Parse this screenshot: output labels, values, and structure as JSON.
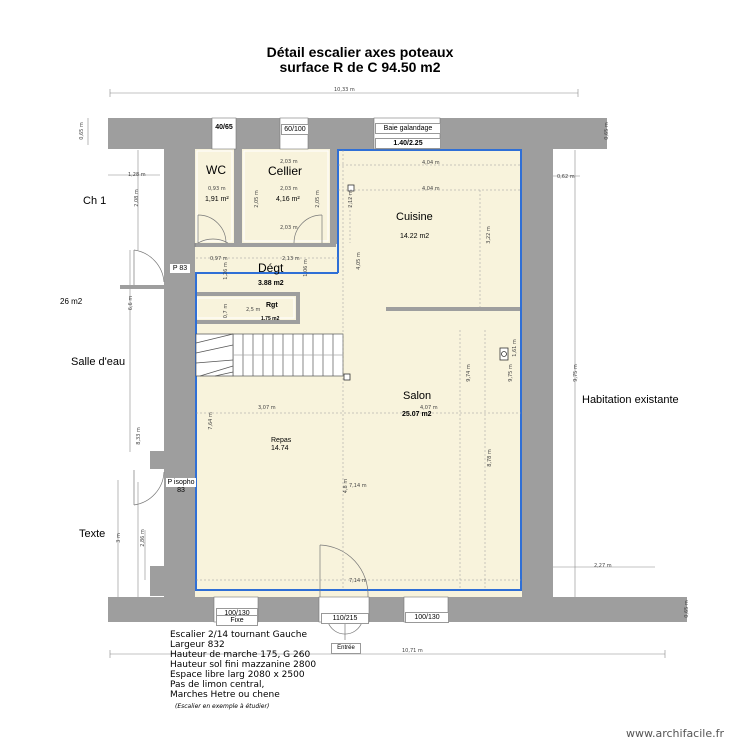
{
  "title": {
    "line1": "Détail escalier axes poteaux",
    "line2": "surface R de C 94.50 m2"
  },
  "rooms": {
    "wc": {
      "name": "WC",
      "area": "1,91 m²"
    },
    "cellier": {
      "name": "Cellier",
      "area": "4,16 m²"
    },
    "cuisine": {
      "name": "Cuisine",
      "area": "14.22 m2"
    },
    "degt": {
      "name": "Dégt",
      "area": "3.88 m2"
    },
    "rgt": {
      "name": "Rgt",
      "area": "1.75 m2"
    },
    "salon": {
      "name": "Salon",
      "area": "25.07 m2"
    },
    "repas": {
      "name": "Repas",
      "area": "14.74"
    }
  },
  "outside_labels": {
    "ch1": "Ch 1",
    "m26": "26 m2",
    "salle_deau": "Salle d'eau",
    "texte": "Texte",
    "habitation": "Habitation existante"
  },
  "openings": {
    "top_4065": "40/65",
    "top_60100": "60/100",
    "baie": "Baie galandage",
    "baie_size": "1.40/2.25",
    "p83": "P 83",
    "p_isopho_1": "P isopho",
    "p_isopho_2": "83",
    "bottom_100130_a": "100/130",
    "fixe": "Fixe",
    "bottom_110215": "110/215",
    "bottom_100130_b": "100/130",
    "entree": "Entrée"
  },
  "dimensions": {
    "d_top": "10,33 m",
    "d_bottom": "10,71 m",
    "d_065_tl": "0,65 m",
    "d_065_tr": "0,65 m",
    "d_065_br": "0,65 m",
    "d_128": "1,28 m",
    "d_208": "2,08 m",
    "d_66": "6,6 m",
    "d_833": "8,33 m",
    "d_3m": "3 m",
    "d_286": "2,86 m",
    "d_062": "0,62 m",
    "d_975": "9,75 m",
    "d_227": "2,27 m",
    "d_203a": "2,03 m",
    "d_203b": "2,03 m",
    "d_203c": "2,03 m",
    "d_093": "0,93 m",
    "d_205": "2,05 m",
    "d_205b": "2,05 m",
    "d_097": "0,97 m",
    "d_213": "2,13 m",
    "d_212": "2,12 m",
    "d_404a": "4,04 m",
    "d_404b": "4,04 m",
    "d_322": "3,22 m",
    "d_405": "4,05 m",
    "d_974": "9,74 m",
    "d_878": "8,78 m",
    "d_975b": "9,75 m",
    "d_161": "1,61 m",
    "d_25": "2,5 m",
    "d_07": "0,7 m",
    "d_126": "1,26 m",
    "d_106": "1,06 m",
    "d_307": "3,07 m",
    "d_407": "4,07 m",
    "d_764": "7,64 m",
    "d_714a": "7,14 m",
    "d_714b": "7,14 m",
    "d_48": "4,8 m"
  },
  "notes": [
    "Escalier 2/14 tournant Gauche",
    "Largeur 832",
    "Hauteur de marche 175, G 260",
    "Hauteur sol fini mazzanine 2800",
    "Espace libre larg  2080 x 2500",
    "Pas de limon central,",
    "Marches Hetre ou chene"
  ],
  "note_small": "(Escalier en exemple à étudier)",
  "watermark": "www.archifacile.fr",
  "colors": {
    "wall": "#9e9e9e",
    "floor": "#f8f3dc",
    "highlight": "#2f6fd6"
  }
}
